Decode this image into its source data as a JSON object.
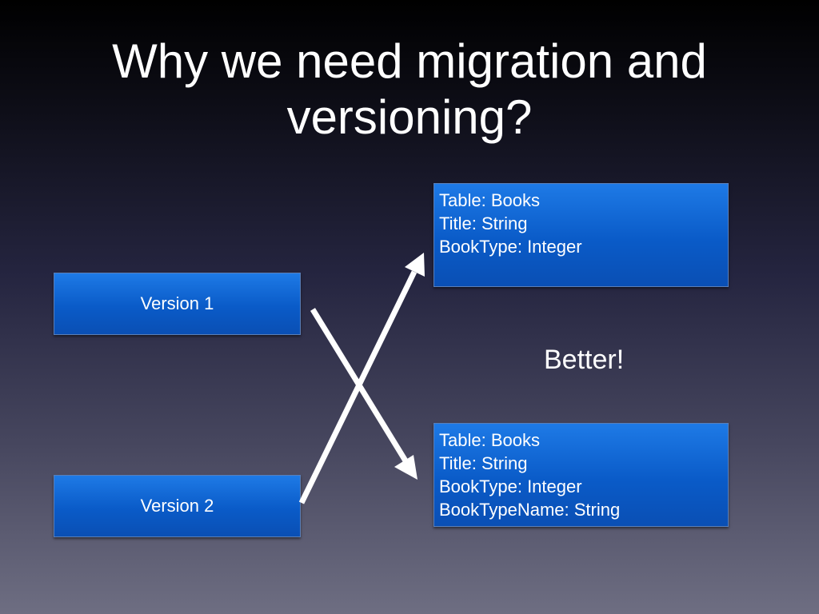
{
  "title": {
    "line1": "Why we need migration and",
    "line2": "versioning?"
  },
  "versions": {
    "v1": "Version 1",
    "v2": "Version 2"
  },
  "tables": {
    "t1": [
      "Table: Books",
      "Title: String",
      "BookType: Integer"
    ],
    "t2": [
      "Table: Books",
      "Title: String",
      "BookType: Integer",
      "BookTypeName: String"
    ]
  },
  "annotation": "Better!",
  "colors": {
    "box": "#0a5bc8",
    "arrow": "#ffffff",
    "text": "#ffffff"
  }
}
